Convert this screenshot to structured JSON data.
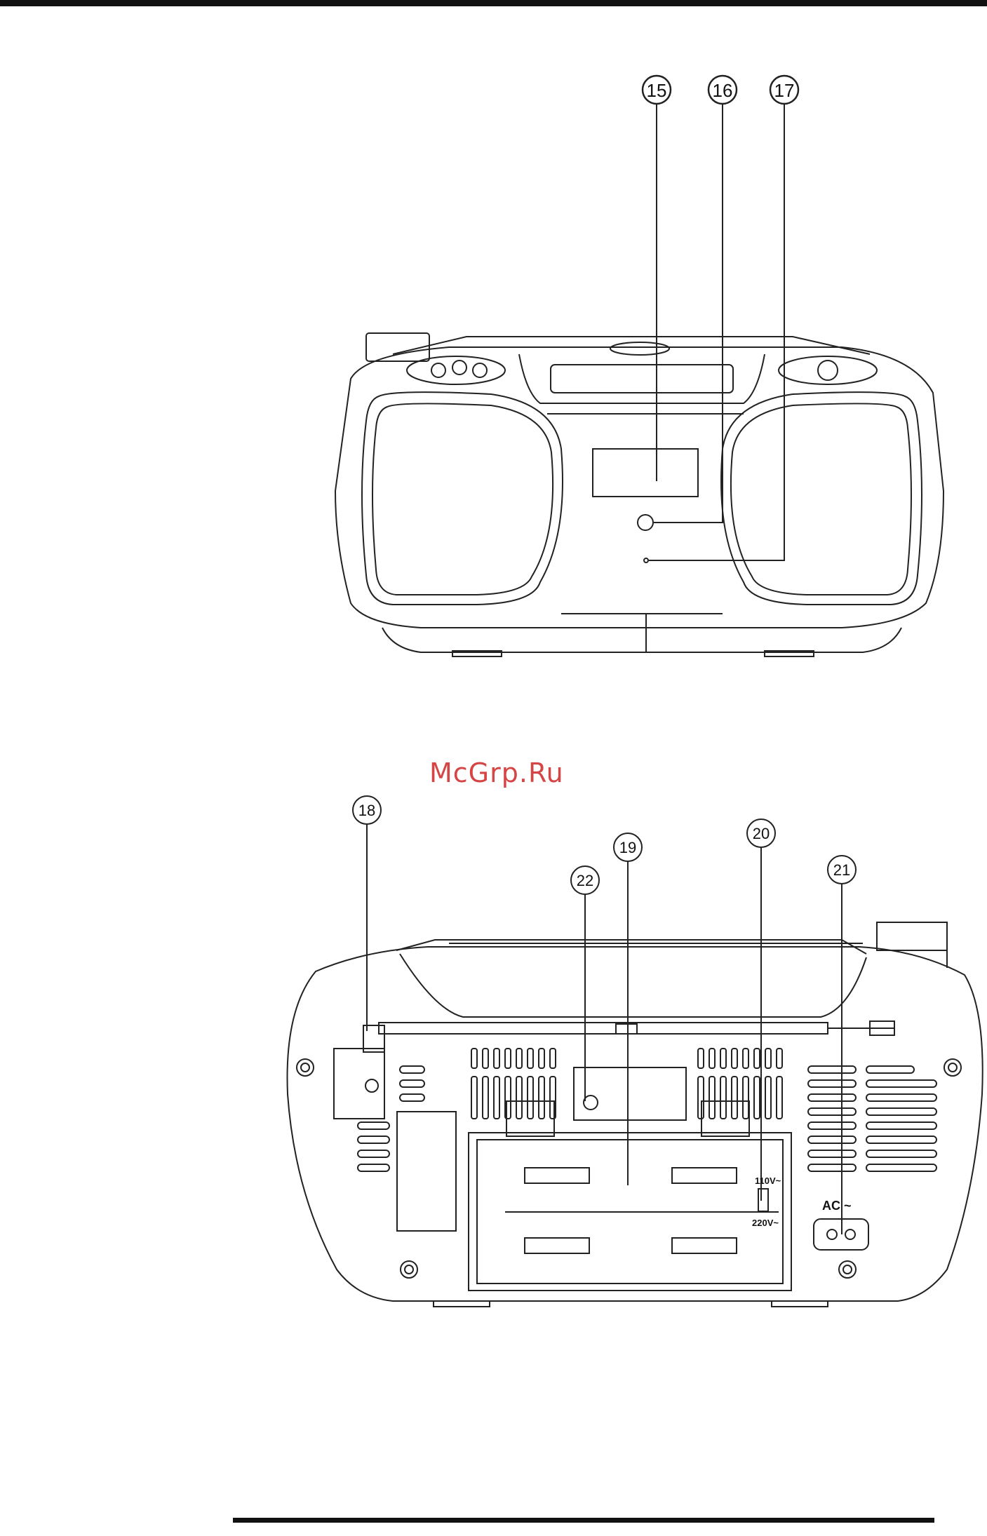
{
  "watermark": "McGrp.Ru",
  "front_view": {
    "callouts": [
      "15",
      "16",
      "17"
    ]
  },
  "rear_view": {
    "callouts": [
      "18",
      "19",
      "20",
      "21",
      "22"
    ],
    "voltage_label_110": "110V~",
    "voltage_label_220": "220V~",
    "ac_label": "AC ~"
  }
}
